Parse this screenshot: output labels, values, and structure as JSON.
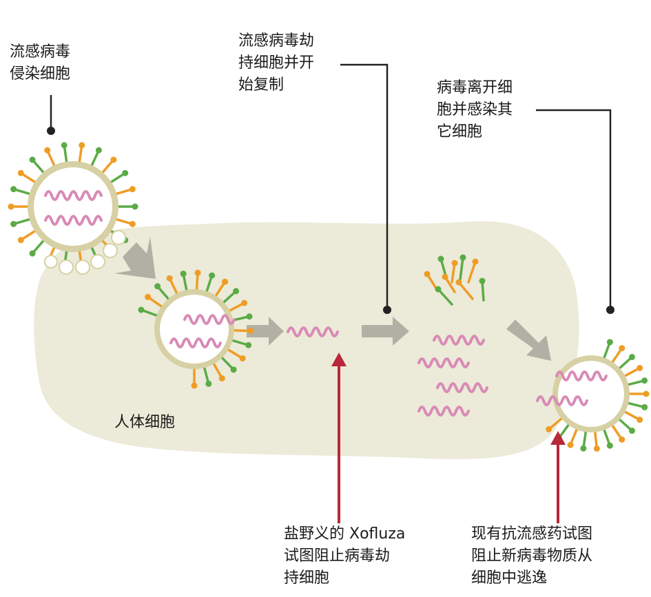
{
  "labels": {
    "infect": [
      "流感病毒",
      "侵染细胞"
    ],
    "hijack": [
      "流感病毒劫",
      "持细胞并开",
      "始复制"
    ],
    "leave": [
      "病毒离开细",
      "胞并感染其",
      "它细胞"
    ],
    "human_cell": [
      "人体细胞"
    ],
    "xofluza": [
      "盐野义的 Xofluza",
      "试图阻止病毒劫",
      "持细胞"
    ],
    "existing": [
      "现有抗流感药试图",
      "阻止新病毒物质从",
      "细胞中逃逸"
    ]
  },
  "colors": {
    "cell_fill": "#ecead8",
    "membrane": "#d6d0a4",
    "rna": "#d98ab6",
    "spike_green": "#5aab46",
    "spike_orange": "#ef9c25",
    "arrow_gray": "#b2b0a4",
    "pointer_line": "#222222",
    "red_arrow": "#b9273a",
    "virus_inner": "#ffffff"
  }
}
